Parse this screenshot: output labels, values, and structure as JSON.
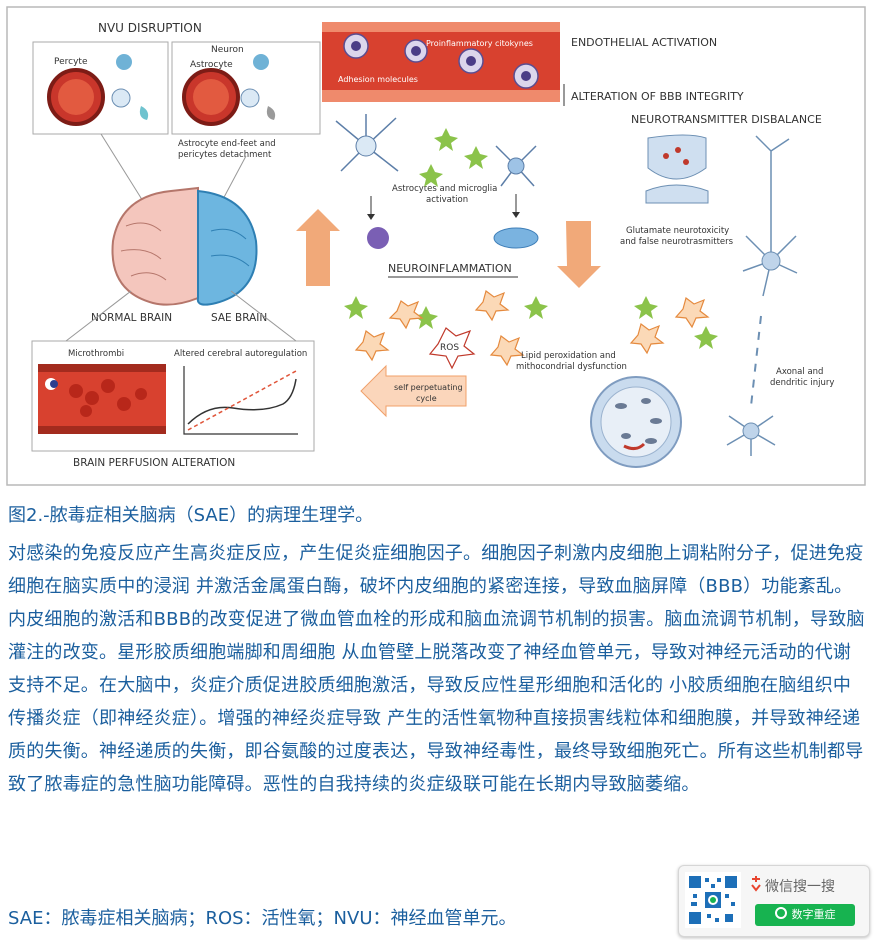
{
  "figure": {
    "nvu_title": "NVU DISRUPTION",
    "pericyte_label": "Percyte",
    "neuron_label": "Neuron",
    "astrocyte_label": "Astrocyte",
    "detach_line1": "Astrocyte end-feet and",
    "detach_line2": "pericytes detachment",
    "normal_brain": "NORMAL BRAIN",
    "sae_brain": "SAE BRAIN",
    "microthrombi": "Microthrombi",
    "autoreg": "Altered cerebral autoregulation",
    "perfusion": "BRAIN PERFUSION ALTERATION",
    "proinflammatory": "Proinflammatory citokynes",
    "adhesion": "Adhesion molecules",
    "endothelial": "ENDOTHELIAL ACTIVATION",
    "bbb": "ALTERATION OF BBB INTEGRITY",
    "activation_line1": "Astrocytes and microglia",
    "activation_line2": "activation",
    "neuroinflammation": "NEUROINFLAMMATION",
    "ros": "ROS",
    "lipid_line1": "Lipid peroxidation and",
    "lipid_line2": "mithocondrial dysfunction",
    "self_line1": "self perpetuating",
    "self_line2": "cycle",
    "neurotransmitter": "NEUROTRANSMITTER DISBALANCE",
    "glutamate_line1": "Glutamate neurotoxicity",
    "glutamate_line2": "and false neurotrasmitters",
    "axonal_line1": "Axonal and",
    "axonal_line2": "dendritic injury"
  },
  "caption": {
    "title": "图2.-脓毒症相关脑病（SAE）的病理生理学。",
    "body": "对感染的免疫反应产生高炎症反应，产生促炎症细胞因子。细胞因子刺激内皮细胞上调粘附分子，促进免疫细胞在脑实质中的浸润 并激活金属蛋白酶，破坏内皮细胞的紧密连接，导致血脑屏障（BBB）功能紊乱。内皮细胞的激活和BBB的改变促进了微血管血栓的形成和脑血流调节机制的损害。脑血流调节机制，导致脑灌注的改变。星形胶质细胞端脚和周细胞 从血管壁上脱落改变了神经血管单元，导致对神经元活动的代谢支持不足。在大脑中，炎症介质促进胶质细胞激活，导致反应性星形细胞和活化的 小胶质细胞在脑组织中传播炎症（即神经炎症）。增强的神经炎症导致 产生的活性氧物种直接损害线粒体和细胞膜，并导致神经递质的失衡。神经递质的失衡，即谷氨酸的过度表达，导致神经毒性，最终导致细胞死亡。所有这些机制都导致了脓毒症的急性脑功能障碍。恶性的自我持续的炎症级联可能在长期内导致脑萎缩。",
    "abbreviations": "SAE：脓毒症相关脑病；ROS：活性氧；NVU：神经血管单元。"
  },
  "wechat": {
    "label": "微信搜一搜",
    "button": "数字重症"
  },
  "colors": {
    "caption_text": "#1b5f9e",
    "vessel_red": "#d8412f",
    "sae_blue": "#5aa9d6",
    "arrow_orange": "#f0a06a",
    "green_star": "#8bc34a",
    "wechat_green": "#17b350"
  }
}
